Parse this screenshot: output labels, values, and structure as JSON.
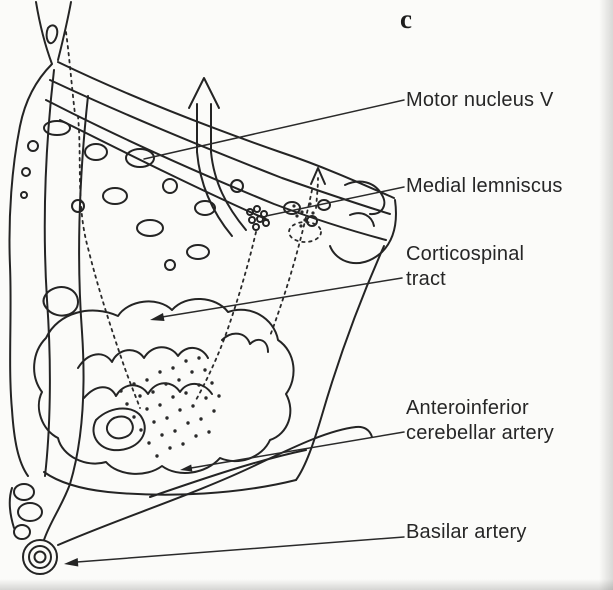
{
  "figure": {
    "panel_letter": "c",
    "background_color": "#fbfbf9",
    "ink_color": "#242424",
    "labels": {
      "motor_nucleus_v": "Motor nucleus V",
      "medial_lemniscus": "Medial lemniscus",
      "corticospinal_tract": "Corticospinal tract",
      "anteroinferior_cerebellar_artery": "Anteroinferior cerebellar artery",
      "basilar_artery": "Basilar artery"
    }
  }
}
